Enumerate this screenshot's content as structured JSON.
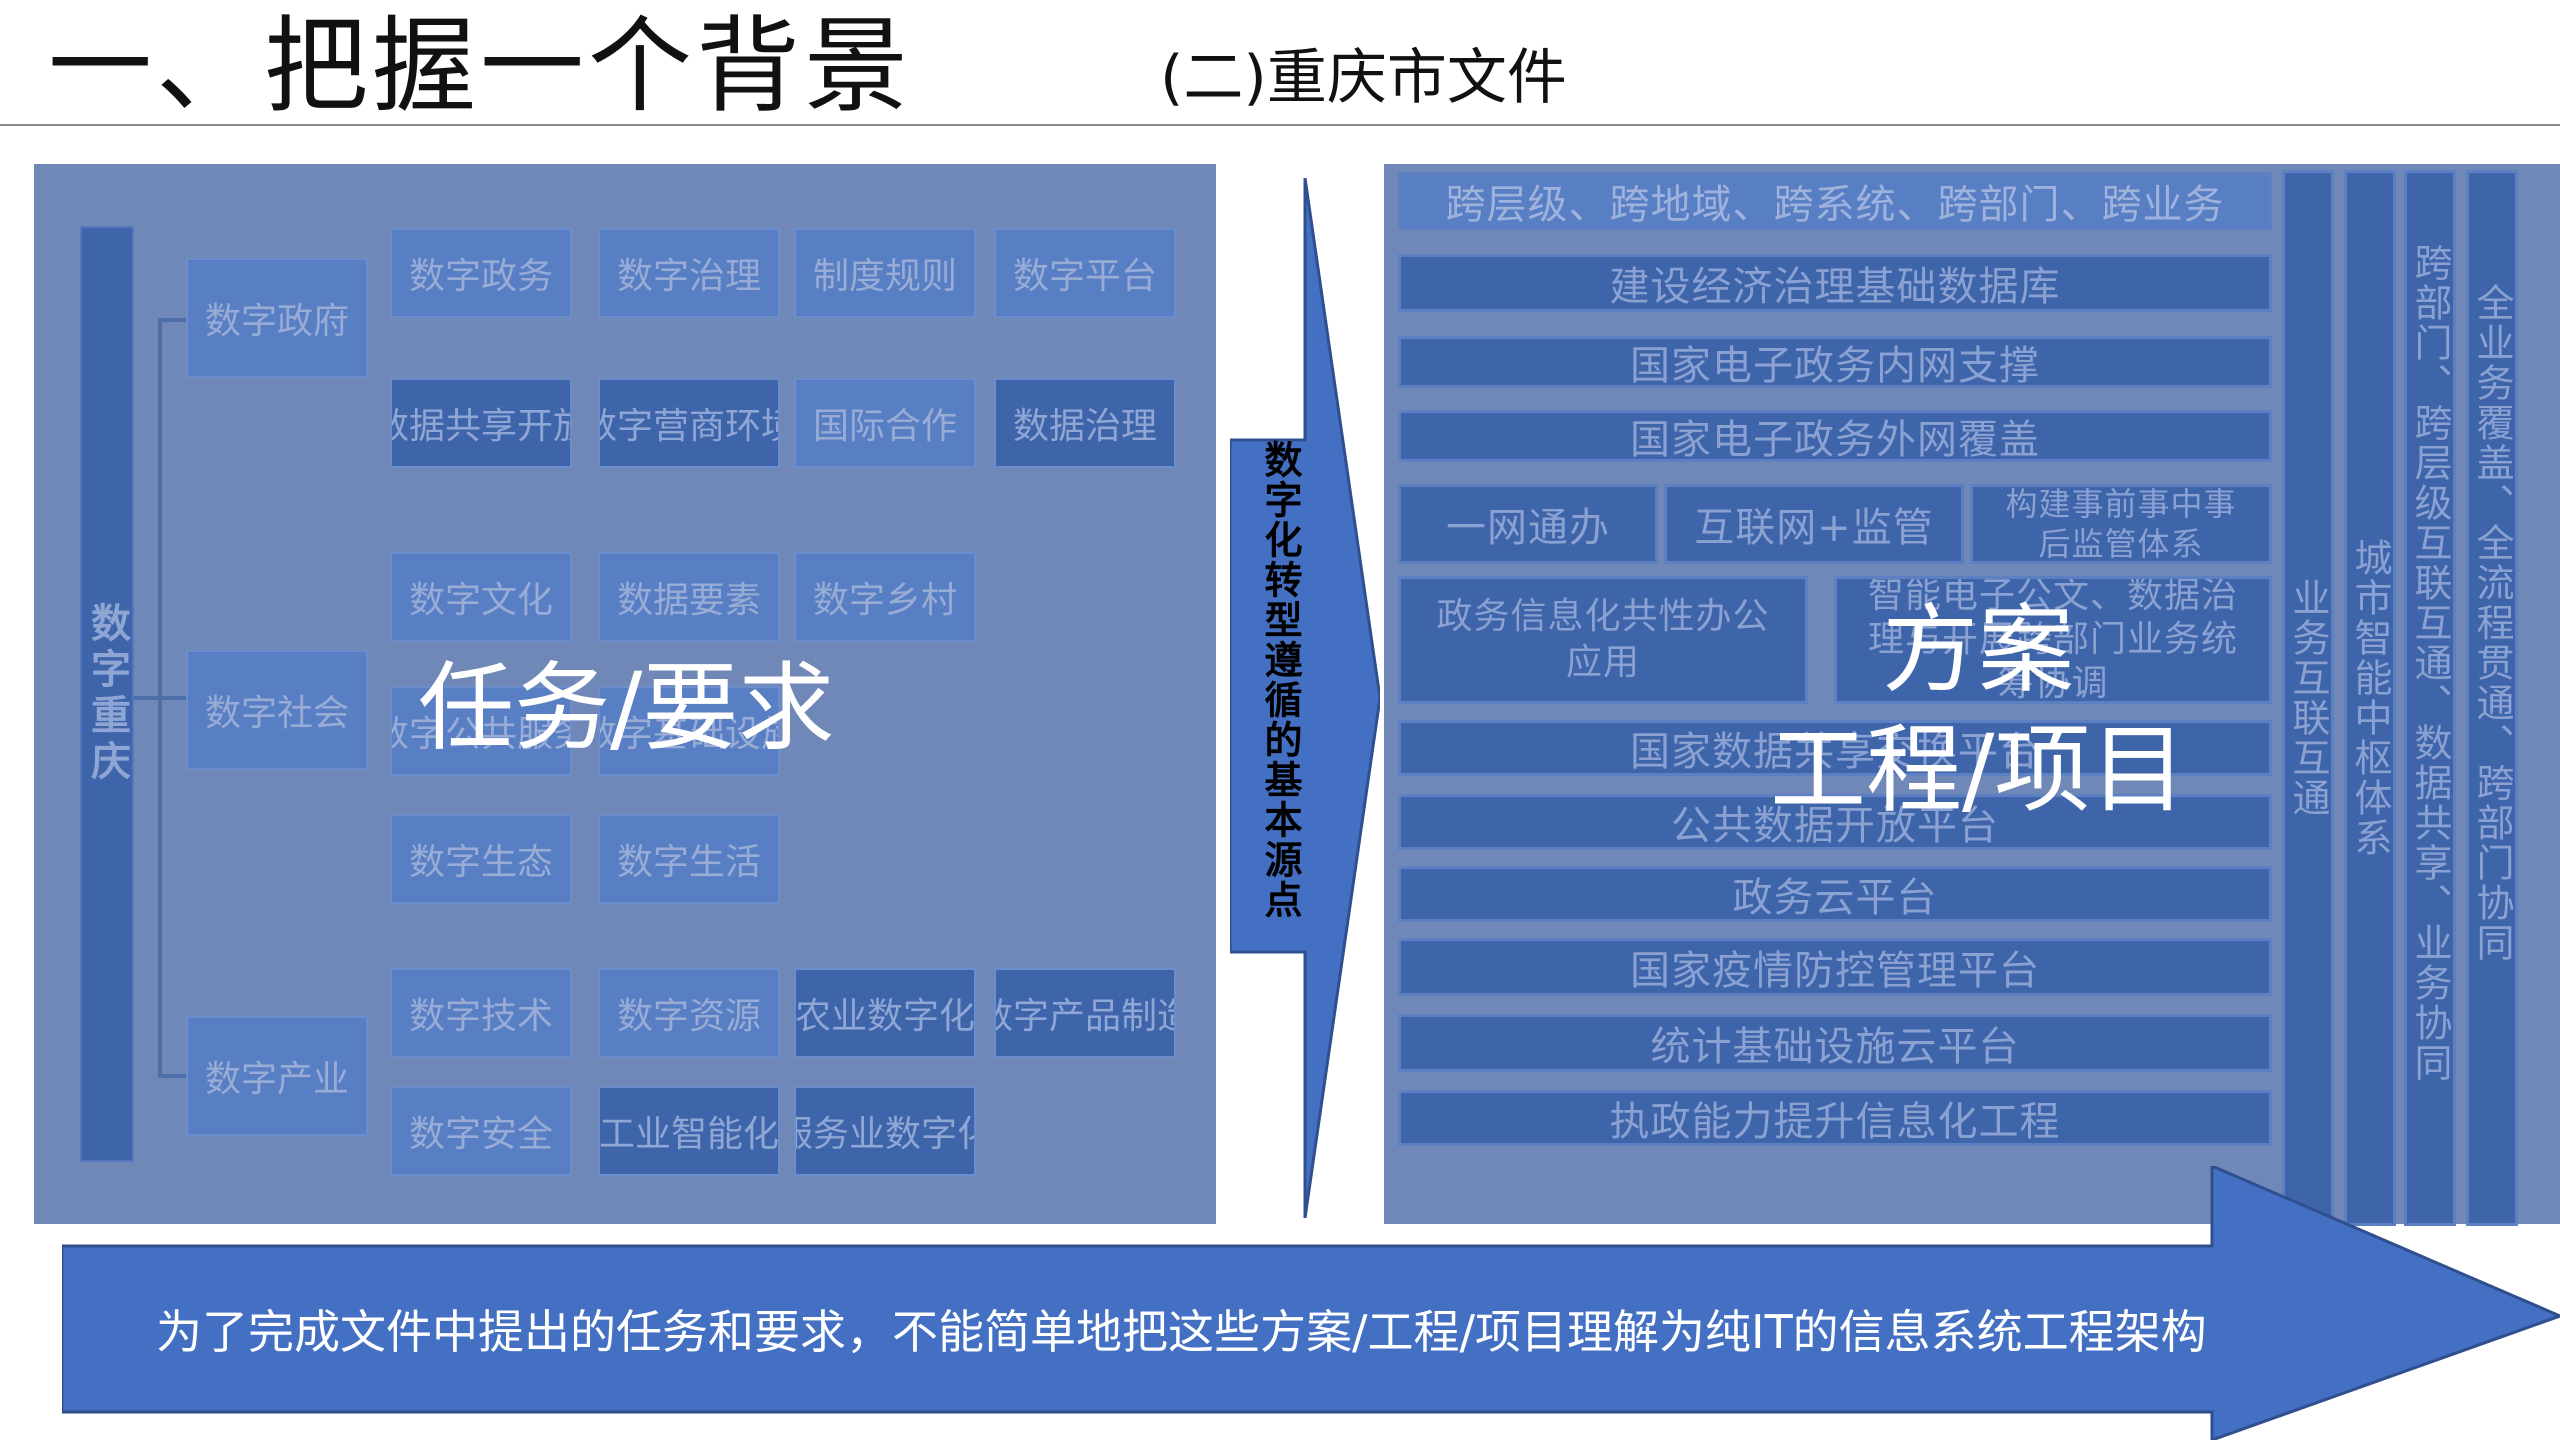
{
  "title": "一、把握一个背景",
  "subtitle": "(二)重庆市文件",
  "left_panel": {
    "root": "数字重庆",
    "categories": [
      "数字政府",
      "数字社会",
      "数字产业"
    ],
    "leaves": {
      "gov_row1": [
        "数字政务",
        "数字治理",
        "制度规则",
        "数字平台"
      ],
      "gov_row2": [
        "数据共享开放",
        "数字营商环境",
        "国际合作",
        "数据治理"
      ],
      "soc_row1": [
        "数字文化",
        "数据要素",
        "数字乡村"
      ],
      "soc_row2": [
        "数字公共服务",
        "数字基础设施"
      ],
      "soc_row3": [
        "数字生态",
        "数字生活"
      ],
      "ind_row1": [
        "数字技术",
        "数字资源",
        "农业数字化",
        "数字产品制造"
      ],
      "ind_row2": [
        "数字安全",
        "工业智能化",
        "服务业数字化"
      ]
    },
    "big_label": "任务/要求"
  },
  "middle_arrow_text": "数字化转型遵循的基本源点",
  "right_panel": {
    "rows": [
      "跨层级、跨地域、跨系统、跨部门、跨业务",
      "建设经济治理基础数据库",
      "国家电子政务内网支撑",
      "国家电子政务外网覆盖"
    ],
    "triple": [
      "一网通办",
      "互联网+监管",
      "构建事前事中事后监管体系"
    ],
    "double": [
      "政务信息化共性办公应用",
      "智能电子公文、数据治理与开展跨部门业务统筹协调"
    ],
    "rows2": [
      "国家数据共享交换平台",
      "公共数据开放平台",
      "政务云平台",
      "国家疫情防控管理平台",
      "统计基础设施云平台",
      "执政能力提升信息化工程"
    ],
    "columns": [
      "业务互联互通",
      "城市智能中枢体系",
      "跨部门、跨层级互联互通、数据共享、业务协同",
      "全业务覆盖、全流程贯通、跨部门协同"
    ],
    "big_label_line1": "方案",
    "big_label_line2": "工程/项目"
  },
  "bottom_arrow_text": "为了完成文件中提出的任务和要求，不能简单地把这些方案/工程/项目理解为纯IT的信息系统工程架构",
  "colors": {
    "panel": "#7088b8",
    "box_light": "#587ec4",
    "box_dark": "#3e64aa",
    "arrow": "#4470c4"
  }
}
